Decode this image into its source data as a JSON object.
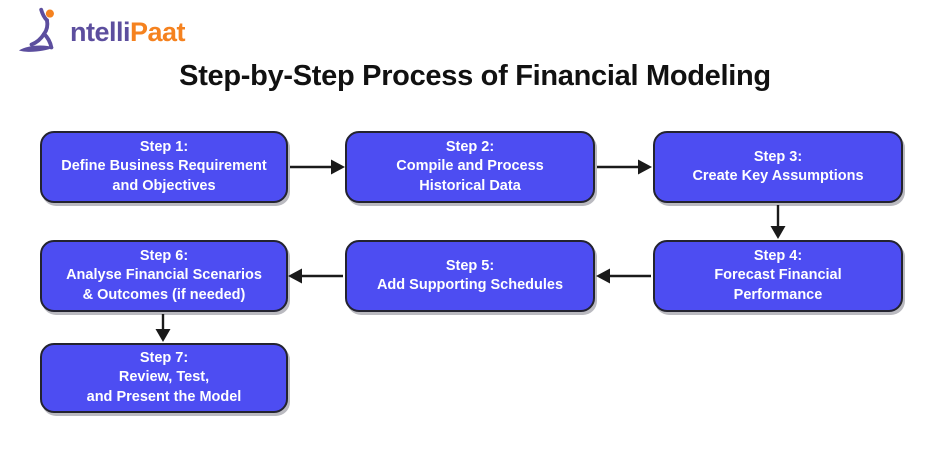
{
  "logo": {
    "full_name": "IntelliPaat",
    "brand_part1": "ntelli",
    "brand_part2": "Paat"
  },
  "title": "Step-by-Step Process of Financial Modeling",
  "colors": {
    "box_fill": "#4D4DF2",
    "box_border": "#23232F",
    "box_text": "#FFFFFF",
    "arrow": "#1A1A1A",
    "logo_purple": "#5C4E9E",
    "logo_orange": "#F5821F",
    "title_text": "#111111"
  },
  "steps": [
    {
      "title": "Step 1:",
      "description": "Define Business Requirement\nand Objectives"
    },
    {
      "title": "Step 2:",
      "description": "Compile and Process\nHistorical Data"
    },
    {
      "title": "Step 3:",
      "description": "Create Key Assumptions"
    },
    {
      "title": "Step 4:",
      "description": "Forecast Financial\nPerformance"
    },
    {
      "title": "Step 5:",
      "description": "Add Supporting Schedules"
    },
    {
      "title": "Step 6:",
      "description": "Analyse Financial Scenarios\n& Outcomes (if needed)"
    },
    {
      "title": "Step 7:",
      "description": "Review, Test,\nand Present the Model"
    }
  ],
  "arrows": [
    {
      "from": "Step 1",
      "to": "Step 2",
      "direction": "right"
    },
    {
      "from": "Step 2",
      "to": "Step 3",
      "direction": "right"
    },
    {
      "from": "Step 3",
      "to": "Step 4",
      "direction": "down"
    },
    {
      "from": "Step 4",
      "to": "Step 5",
      "direction": "left"
    },
    {
      "from": "Step 5",
      "to": "Step 6",
      "direction": "left"
    },
    {
      "from": "Step 6",
      "to": "Step 7",
      "direction": "down"
    }
  ]
}
